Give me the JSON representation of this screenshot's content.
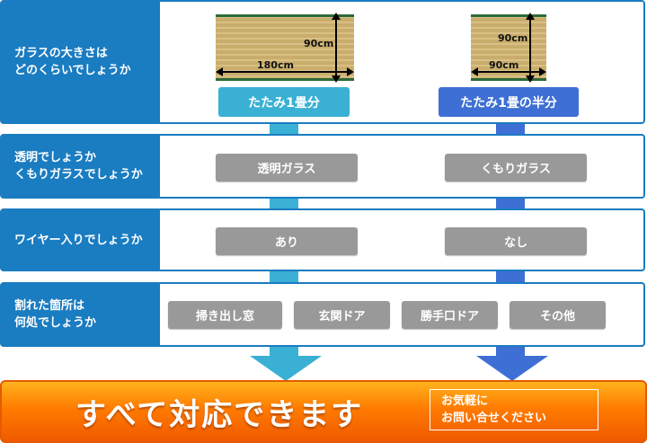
{
  "colors": {
    "frame_blue": "#1a7cc1",
    "path_left": "#3ab0d4",
    "path_right": "#3e6fd4",
    "option_gray": "#999999",
    "cta_orange": "#ff7b00"
  },
  "questions": {
    "size": "ガラスの大きさは\nどのくらいでしょうか",
    "type": "透明でしょうか\nくもりガラスでしょうか",
    "wire": "ワイヤー入りでしょうか",
    "location": "割れた箇所は\n何処でしょうか"
  },
  "size": {
    "full": {
      "width_label": "180cm",
      "height_label": "90cm",
      "button": "たたみ1畳分"
    },
    "half": {
      "width_label": "90cm",
      "height_label": "90cm",
      "button": "たたみ1畳の半分"
    }
  },
  "glass_type": {
    "left": "透明ガラス",
    "right": "くもりガラス"
  },
  "wire": {
    "left": "あり",
    "right": "なし"
  },
  "location": {
    "options": [
      "掃き出し窓",
      "玄関ドア",
      "勝手口ドア",
      "その他"
    ]
  },
  "cta": {
    "main": "すべて対応できます",
    "contact_line1": "お気軽に",
    "contact_line2": "お問い合せください"
  }
}
